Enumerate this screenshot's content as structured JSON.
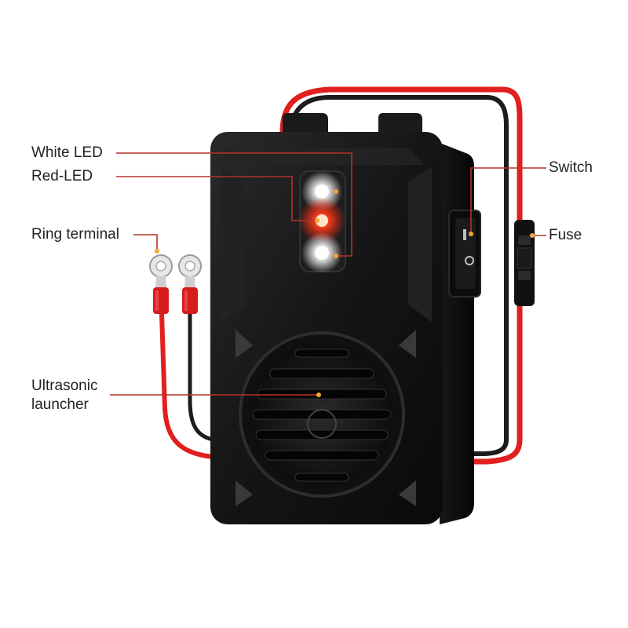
{
  "labels": {
    "white_led": "White LED",
    "red_led": "Red-LED",
    "ring_terminal": "Ring terminal",
    "ultrasonic_line1": "Ultrasonic",
    "ultrasonic_line2": "launcher",
    "switch": "Switch",
    "fuse": "Fuse"
  },
  "colors": {
    "device_body": "#141414",
    "wire_red": "#e0201e",
    "wire_black": "#1c1c1c",
    "callout_line": "#b5312a",
    "led_red": "#ff3a1a",
    "led_white": "#ffffff"
  }
}
